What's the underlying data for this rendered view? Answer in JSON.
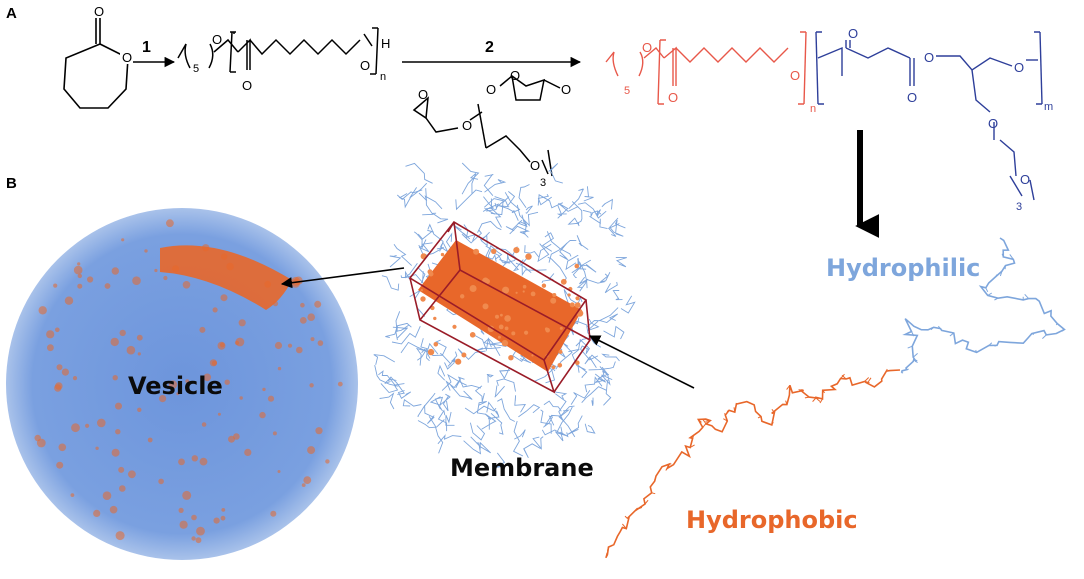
{
  "panels": {
    "a": "A",
    "b": "B"
  },
  "steps": {
    "step1": "1",
    "step2": "2"
  },
  "atoms": {
    "oxygen": "O",
    "hydrogen": "H"
  },
  "subscripts": {
    "five": "5",
    "n": "n",
    "m": "m",
    "three": "3"
  },
  "labels": {
    "vesicle": "Vesicle",
    "membrane": "Membrane",
    "hydrophilic": "Hydrophilic",
    "hydrophobic": "Hydrophobic"
  },
  "colors": {
    "hydrophobic": "#e8672a",
    "hydrophilic": "#7ea6dc",
    "block_red": "#e8584a",
    "block_blue": "#2e3f9a",
    "box": "#9a1c28",
    "vesicle_blue": "#6f97dc"
  }
}
